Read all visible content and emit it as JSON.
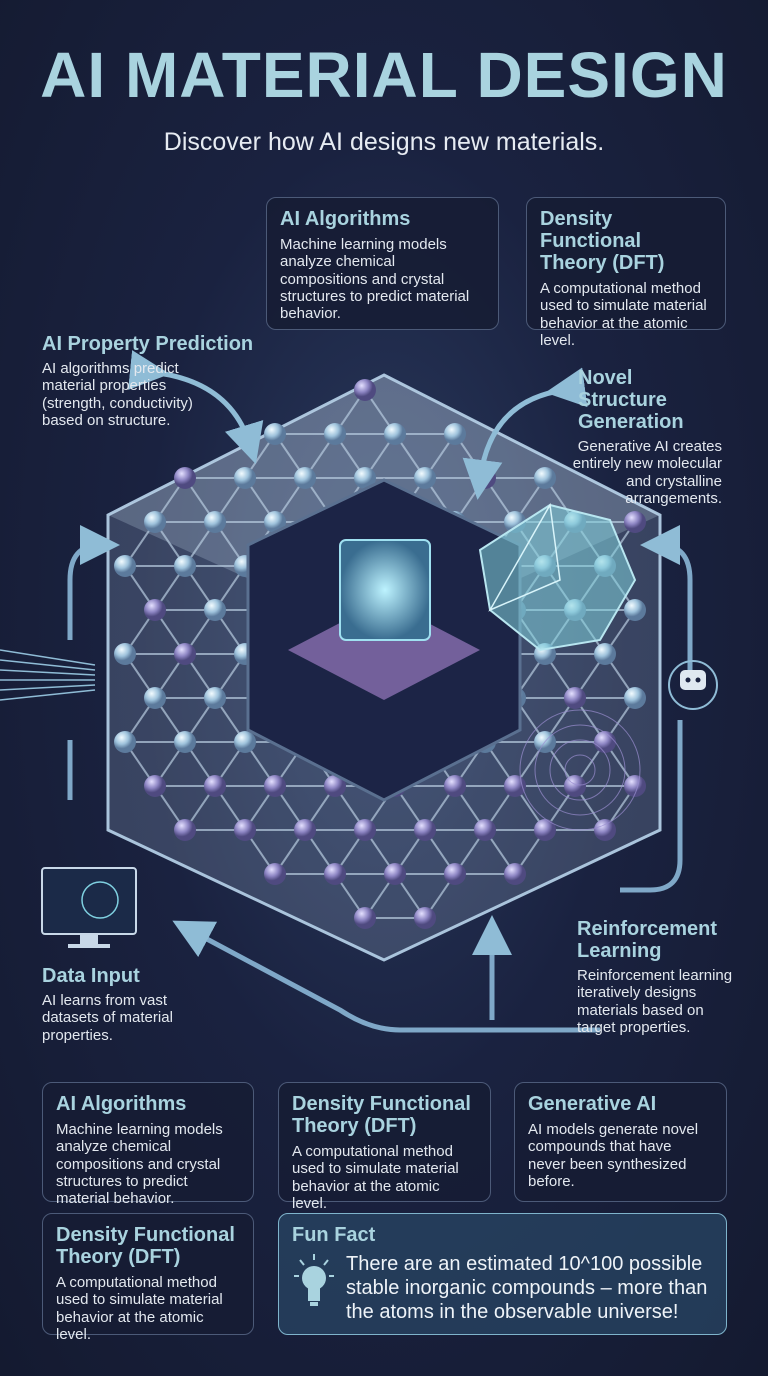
{
  "title": "AI MATERIAL DESIGN",
  "subtitle": "Discover how AI designs new materials.",
  "top_boxes": [
    {
      "title": "AI Algorithms",
      "text": "Machine learning models analyze chemical compositions and crystal structures to predict material behavior."
    },
    {
      "title": "Density Functional Theory (DFT)",
      "text": "A computational method used to simulate material behavior at the atomic level."
    }
  ],
  "labels": {
    "property": {
      "title": "AI Property Prediction",
      "text": "AI algorithms predict material properties (strength, conductivity) based on structure."
    },
    "novel": {
      "title": "Novel Structure Generation",
      "text": "Generative AI creates entirely new molecular and crystalline arrangements."
    },
    "data": {
      "title": "Data Input",
      "text": "AI learns from vast datasets of material properties."
    },
    "rl": {
      "title": "Reinforcement Learning",
      "text": "Reinforcement learning iteratively designs materials based on target properties."
    }
  },
  "bottom_boxes": [
    {
      "title": "AI Algorithms",
      "text": "Machine learning models analyze chemical compositions and crystal structures to predict material behavior."
    },
    {
      "title": "Density Functional Theory (DFT)",
      "text": "A computational method used to simulate material behavior at the atomic level."
    },
    {
      "title": "Generative AI",
      "text": "AI models generate novel compounds that have never been synthesized before."
    },
    {
      "title": "Density Functional Theory (DFT)",
      "text": "A computational method used to simulate material behavior at the atomic level."
    }
  ],
  "fun_fact": {
    "title": "Fun Fact",
    "text": "There are an estimated 10^100 possible stable inorganic compounds – more than the atoms in the observable universe!",
    "icon": "lightbulb-icon"
  },
  "colors": {
    "accent": "#a9d3df",
    "background": "#1a2240",
    "node_blue": "#b8d8ec",
    "node_purple": "#8e86c4"
  }
}
